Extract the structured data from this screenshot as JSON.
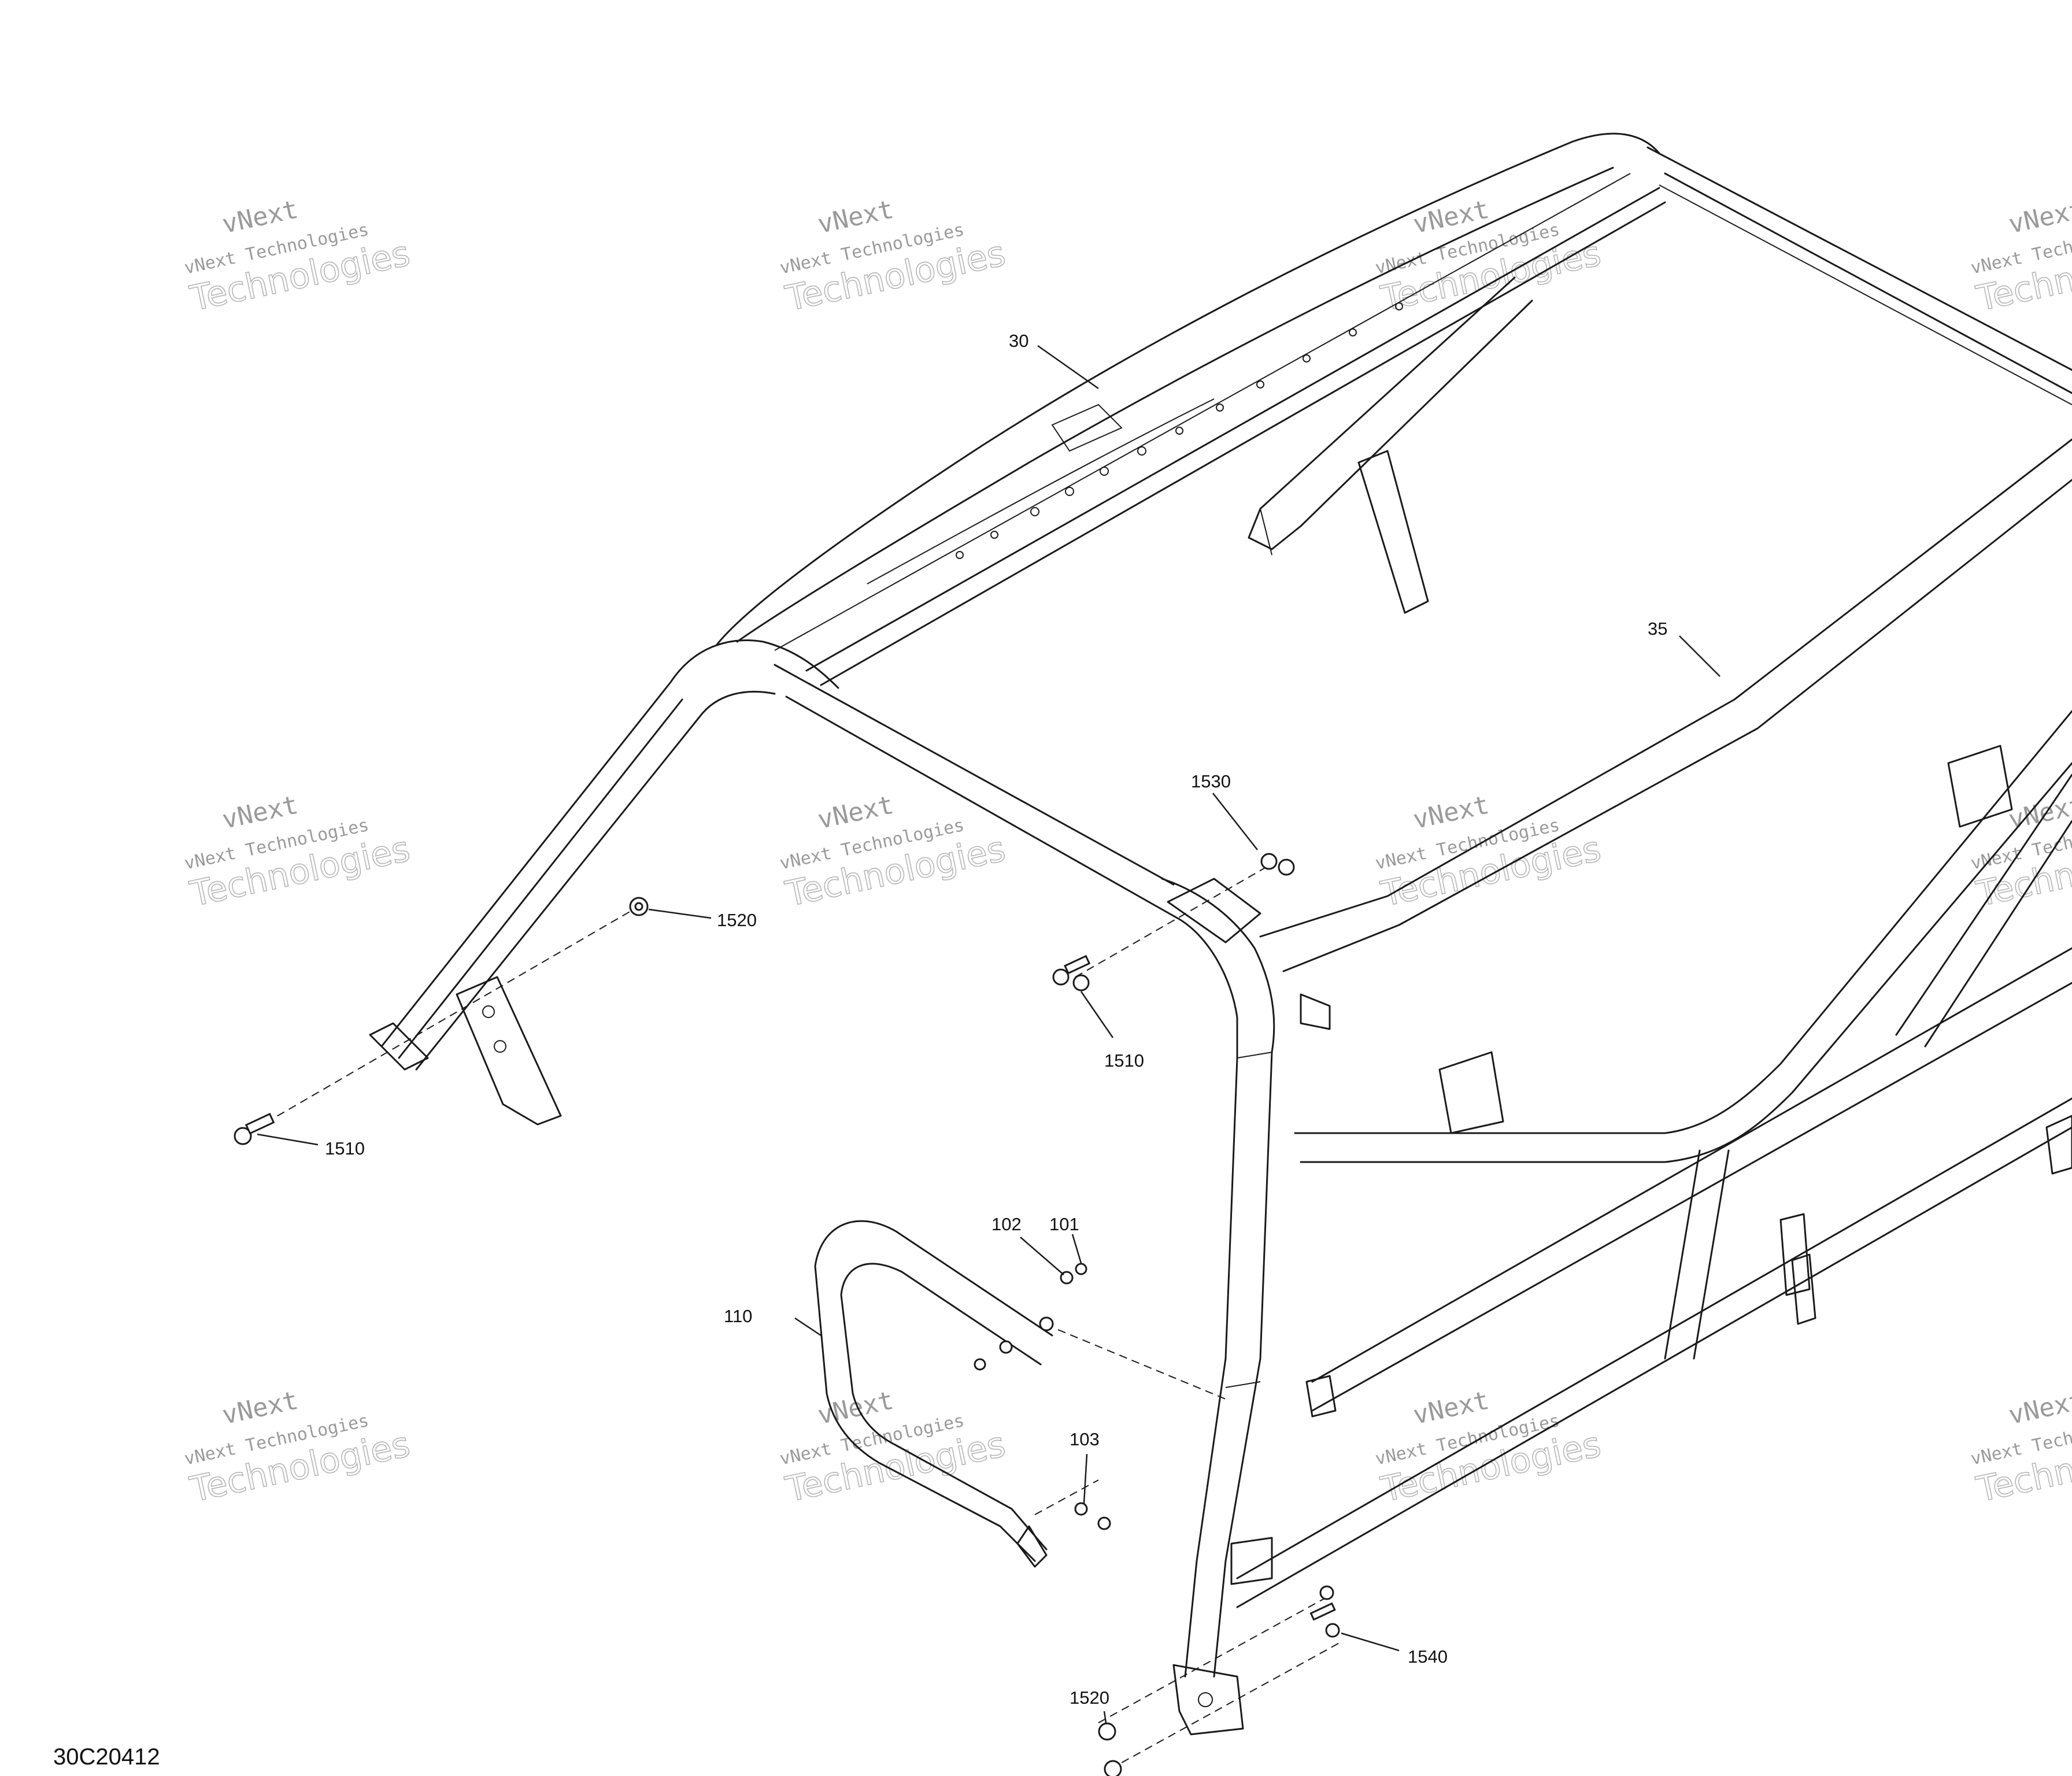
{
  "figure_id": "30C20412",
  "callouts": {
    "c30": "30",
    "c35": "35",
    "c1530": "1530",
    "c1520a": "1520",
    "c1510a": "1510",
    "c1510b": "1510",
    "c102": "102",
    "c101": "101",
    "c110": "110",
    "c103": "103",
    "c1540": "1540",
    "c1520b": "1520"
  },
  "watermark": {
    "line1": "vNext",
    "line2": "vNext Technologies",
    "line3": "Technologies"
  }
}
